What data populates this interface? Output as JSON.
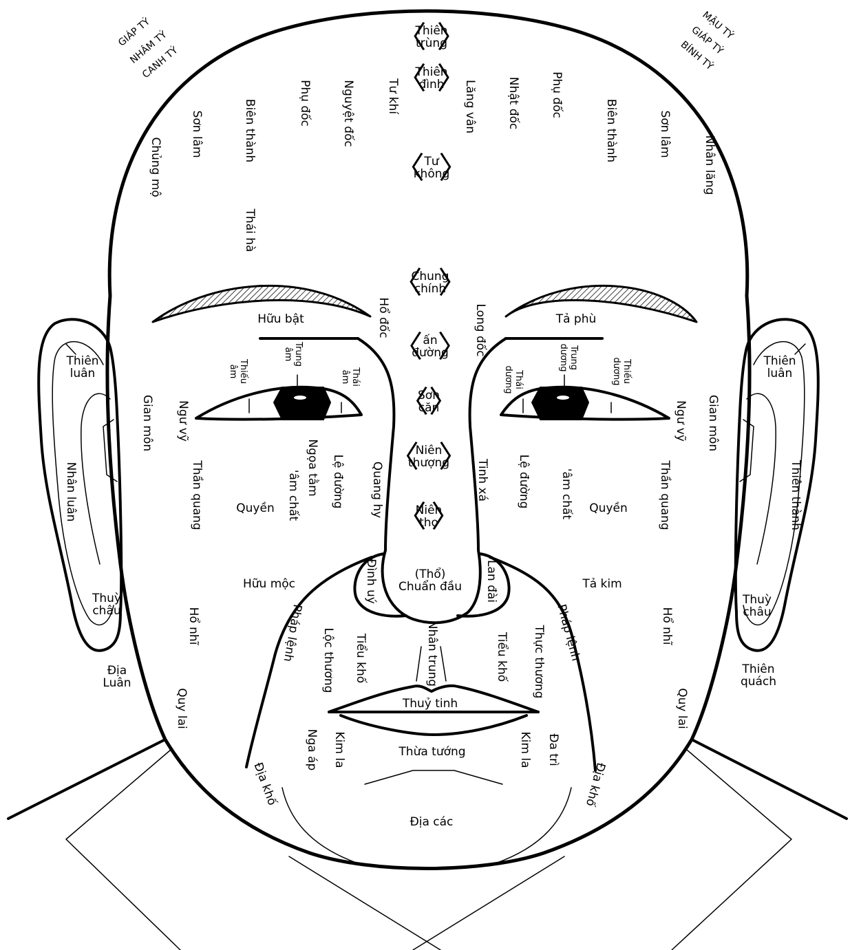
{
  "years_left": [
    "GIÁP TÝ",
    "NHÂM TÝ",
    "CANH TÝ"
  ],
  "years_right": [
    "MẬU TÝ",
    "GIÁP TÝ",
    "BÍNH TÝ"
  ],
  "center": {
    "thien_trung": "Thiên\ntrùng",
    "thien_dinh": "Thiên\nđình",
    "tu_khong": "Tư\nkhông",
    "chung_chinh": "Chung\nchính",
    "an_duong": "ấn\nđường",
    "son_can": "Sơn\ncăn",
    "nien_thuong": "Niên\nthượng",
    "nien_tho": "Niên\nthọ",
    "chuan_dau": "(Thổ)\nChuẩn đầu",
    "nhan_trung": "Nhân trung",
    "thuy_tinh": "Thuỷ tinh",
    "thua_tuong": "Thừa tướng",
    "dia_cac": "Địa các"
  },
  "left": {
    "tu_khi": "Tư khí",
    "nguyet_doc": "Nguyệt đốc",
    "phu_doc": "Phụ đốc",
    "bien_thanh": "Biên thành",
    "thai_ha": "Thái hà",
    "son_lam": "Sơn lâm",
    "chung_mo": "Chủng mộ",
    "ho_doc": "Hổ đốc",
    "huu_bat": "Hữu bật",
    "thieu_am": "Thiếu\nâm",
    "trung_am": "Trung\nâm",
    "thai_am": "Thái\nâm",
    "gian_mon": "Gian môn",
    "ngu_vy": "Ngư vỹ",
    "ngoa_tam": "Ngọa tằm",
    "am_chat": "'âm chất",
    "le_duong": "Lệ đường",
    "quang_hy": "Quang hy",
    "than_quang": "Thần quang",
    "quyen": "Quyền",
    "huu_moc": "Hữu mộc",
    "dinh_uy": "Đình uý",
    "phap_lenh": "Pháp lệnh",
    "loc_thuong": "Lộc thương",
    "tieu_kho": "Tiểu khố",
    "ho_nhi": "Hổ nhĩ",
    "quy_lai": "Quy lai",
    "nga_ap": "Nga áp",
    "kim_la": "Kim la",
    "dia_kho": "Địa khố",
    "thien_luan": "Thiên\nluân",
    "nhan_luan": "Nhân luân",
    "thuy_chau": "Thuỳ\nchâu",
    "dia_luan": "Địa\nLuân"
  },
  "right": {
    "lang_van": "Lăng vân",
    "nhat_doc": "Nhật đốc",
    "phu_doc": "Phụ đốc",
    "bien_thanh": "Biên thành",
    "son_lam": "Sơn lâm",
    "nhan_lang": "Nhân lăng",
    "long_doc": "Long đốc",
    "ta_phu": "Tả phù",
    "thai_duong": "Thái\ndương",
    "trung_duong": "Trung\ndương",
    "thieu_duong": "Thiếu\ndương",
    "gian_mon": "Gian môn",
    "ngu_vy": "Ngư vỹ",
    "tinh_xa": "Tinh xá",
    "le_duong": "Lệ đường",
    "am_chat": "'âm chất",
    "quyen": "Quyền",
    "than_quang": "Thần quang",
    "lan_dai": "Lan đài",
    "ta_kim": "Tả kim",
    "phap_lenh": "Pháp lệnh",
    "thuc_thuong": "Thực thương",
    "tieu_kho": "Tiểu khố",
    "ho_nhi": "Hổ nhĩ",
    "quy_lai": "Quy lai",
    "da_tri": "Đa trì",
    "kim_la": "Kim la",
    "dia_kho": "Địa khố",
    "thien_luan": "Thiên\nluân",
    "thien_thanh": "Thiên thành",
    "thuy_chau": "Thuỳ\nchâu",
    "thien_quach": "Thiên\nquách"
  }
}
